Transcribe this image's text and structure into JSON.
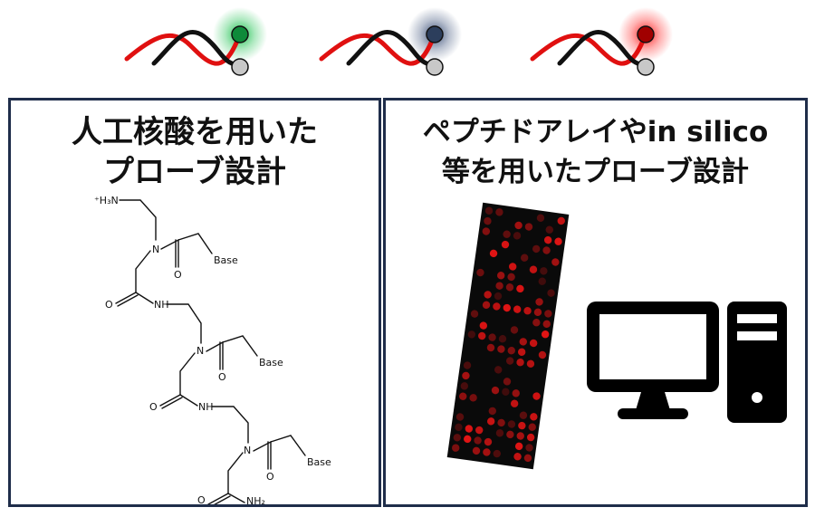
{
  "probes": [
    {
      "name": "green-light-probe",
      "glow": "#16c04a",
      "core": "#0f8a3a"
    },
    {
      "name": "gray-blue-probe",
      "glow": "#3a4f78",
      "core": "#2c3e5c"
    },
    {
      "name": "red-light-probe",
      "glow": "#ff2020",
      "core": "#a00000"
    }
  ],
  "colors": {
    "strand_red": "#e01010",
    "strand_black": "#111111",
    "panel_border": "#1f2d4a"
  },
  "left_panel": {
    "title_line1": "人工核酸を用いた",
    "title_line2": "プローブ設計",
    "structure_labels": {
      "amine": "⁺H₃N",
      "base1": "Base",
      "base2": "Base",
      "base3": "Base",
      "nh1": "NH",
      "nh2": "NH",
      "n1": "N",
      "n2": "N",
      "n3": "N",
      "o1": "O",
      "o2": "O",
      "o3": "O",
      "o4": "O",
      "o5": "O",
      "o6": "O",
      "nh2_terminal": "NH₂"
    }
  },
  "right_panel": {
    "title_line1": "ペプチドアレイやin silico",
    "title_line2": "等を用いたプローブ設計",
    "array_name": "peptide-array-image",
    "computer_icon": "desktop-computer-icon",
    "tower_icon": "computer-tower-icon"
  }
}
